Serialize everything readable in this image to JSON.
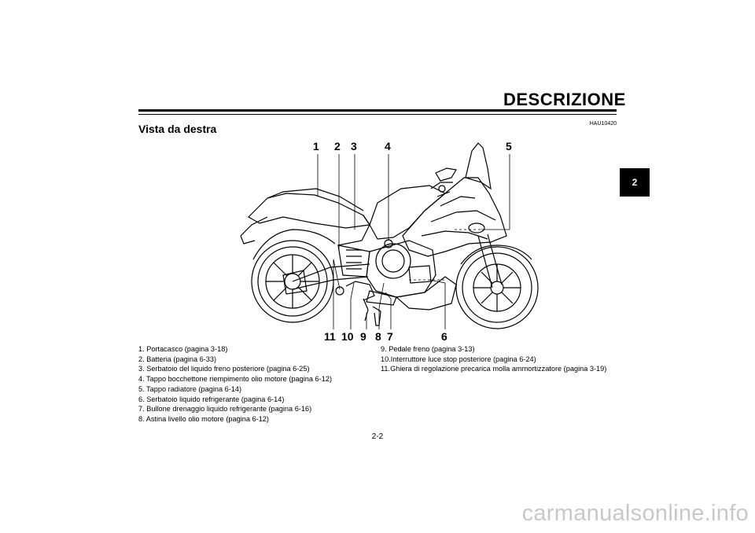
{
  "header": {
    "title": "DESCRIZIONE",
    "code": "HAU10420"
  },
  "section_title": "Vista da destra",
  "chapter_tab": "2",
  "callouts": [
    "1",
    "2",
    "3",
    "4",
    "5",
    "6",
    "7",
    "8",
    "9",
    "10",
    "11"
  ],
  "legend_left": [
    "1. Portacasco (pagina 3-18)",
    "2. Batteria (pagina 6-33)",
    "3. Serbatoio del liquido freno posteriore (pagina 6-25)",
    "4. Tappo bocchettone riempimento olio motore (pagina 6-12)",
    "5. Tappo radiatore (pagina 6-14)",
    "6. Serbatoio liquido refrigerante (pagina 6-14)",
    "7. Bullone drenaggio liquido refrigerante (pagina 6-16)",
    "8. Astina livello olio motore (pagina 6-12)"
  ],
  "legend_right": [
    "9. Pedale freno (pagina 3-13)",
    "10.Interruttore luce stop posteriore (pagina 6-24)",
    "11.Ghiera di regolazione precarica molla ammortizzatore (pagina 3-19)"
  ],
  "page_number": "2-2",
  "watermark": "carmanualsonline.info"
}
